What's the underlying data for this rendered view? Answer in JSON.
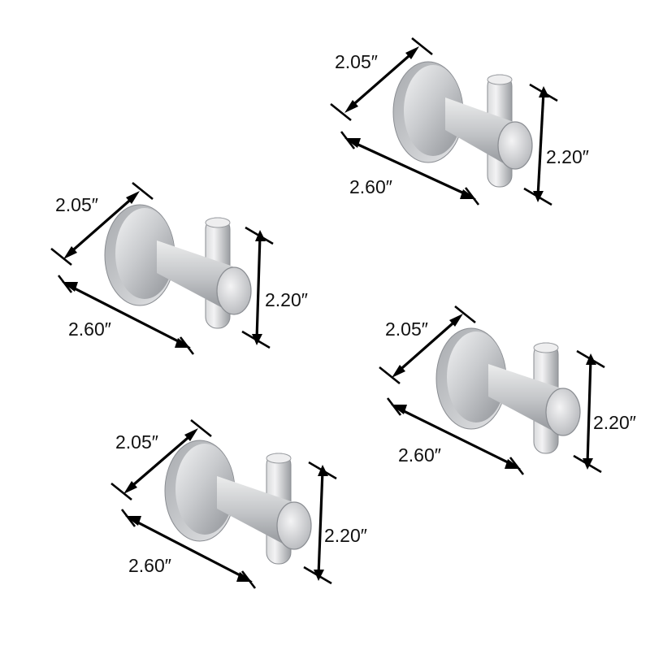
{
  "colors": {
    "metal_light": "#e6e7e9",
    "metal_mid": "#b9bbbf",
    "metal_dark": "#8c8f94",
    "line": "#000000",
    "text": "#111111"
  },
  "hooks": [
    {
      "id": "hook-top-right",
      "width_label": "2.05″",
      "depth_label": "2.60″",
      "height_label": "2.20″"
    },
    {
      "id": "hook-middle-left",
      "width_label": "2.05″",
      "depth_label": "2.60″",
      "height_label": "2.20″"
    },
    {
      "id": "hook-middle-right",
      "width_label": "2.05″",
      "depth_label": "2.60″",
      "height_label": "2.20″"
    },
    {
      "id": "hook-bottom-left",
      "width_label": "2.05″",
      "depth_label": "2.60″",
      "height_label": "2.20″"
    }
  ]
}
